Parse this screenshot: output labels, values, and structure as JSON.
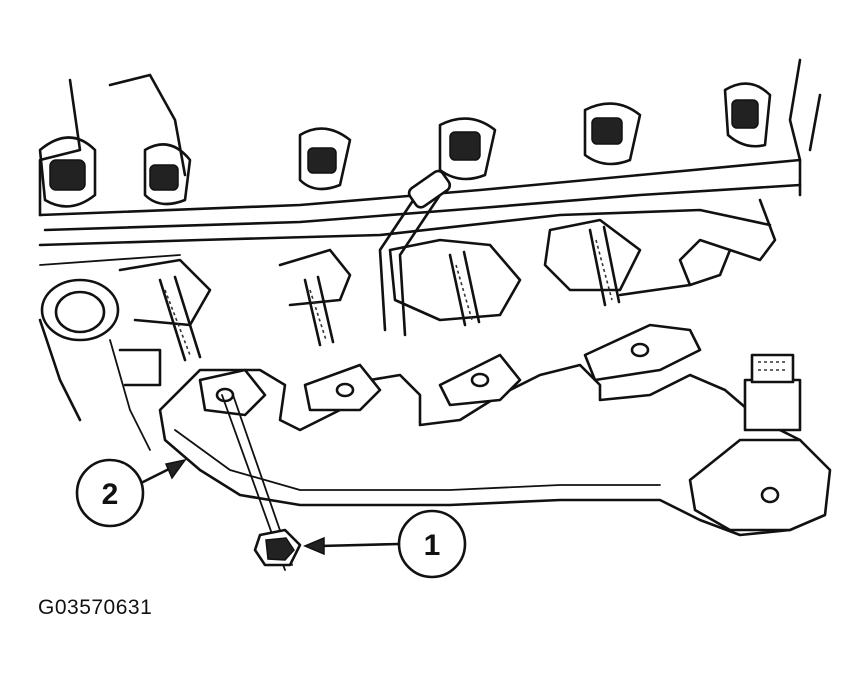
{
  "figure": {
    "code": "G03570631",
    "callouts": [
      {
        "label": "1"
      },
      {
        "label": "2"
      }
    ]
  }
}
